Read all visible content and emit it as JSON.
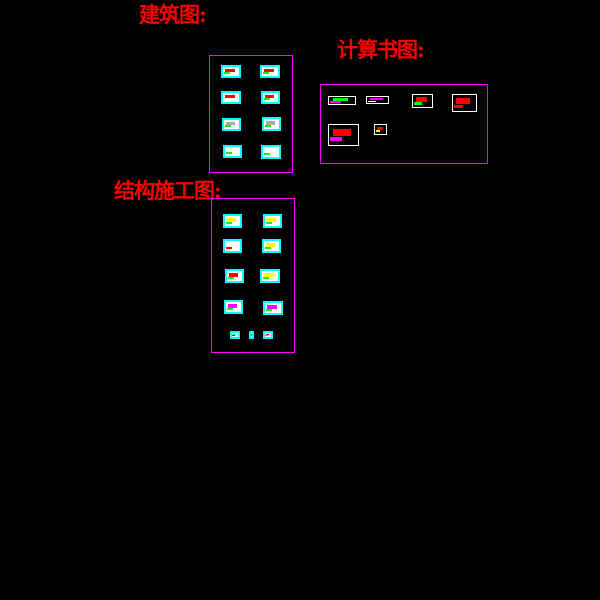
{
  "labels": {
    "architecture": "建筑图:",
    "calculation": "计算书图:",
    "structure": "结构施工图:"
  },
  "colors": {
    "label": "#ff0000",
    "frame": "#ff00ff",
    "thumb_border": "#00ffff",
    "background": "#000000"
  }
}
